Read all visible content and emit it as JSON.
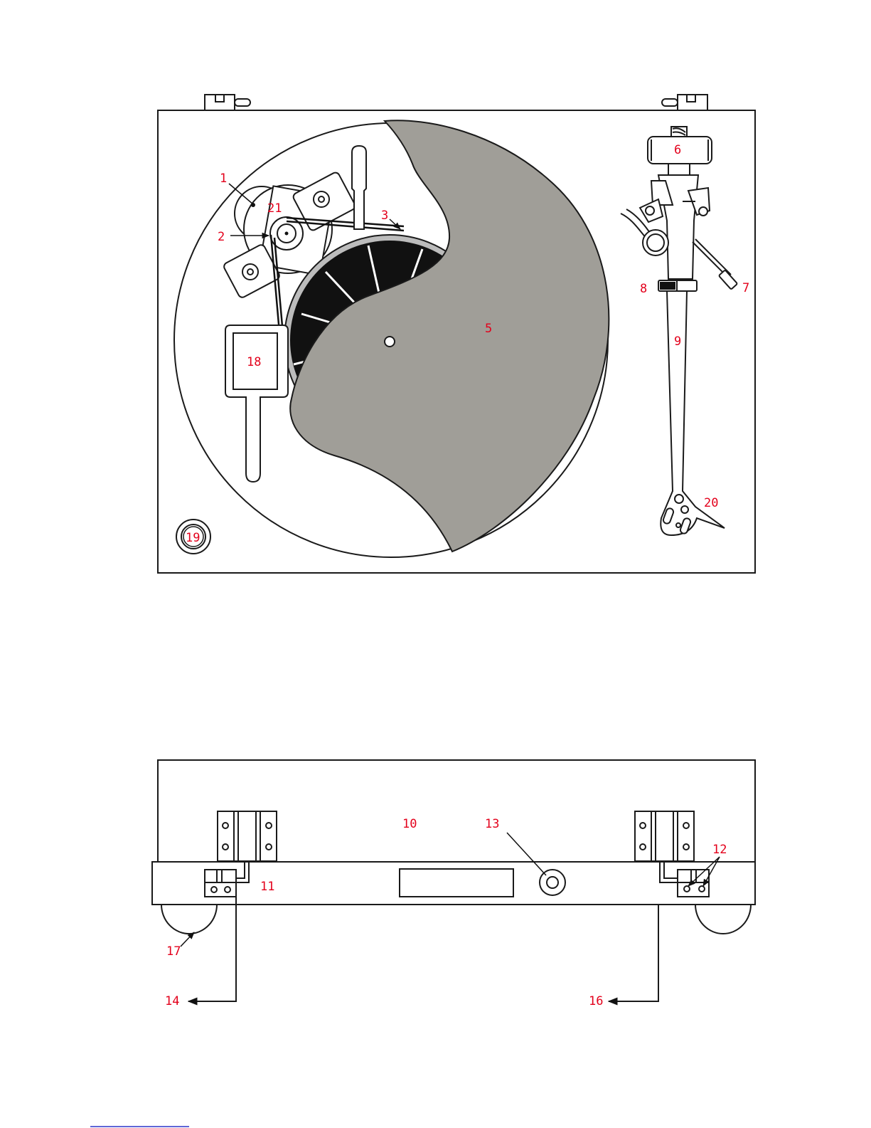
{
  "top_view": {
    "callouts": {
      "c1": "1",
      "c2": "2",
      "c3": "3",
      "c5": "5",
      "c6": "6",
      "c7": "7",
      "c8": "8",
      "c9": "9",
      "c18": "18",
      "c19": "19",
      "c20": "20",
      "c21": "21"
    }
  },
  "rear_view": {
    "callouts": {
      "c10": "10",
      "c11": "11",
      "c12": "12",
      "c13": "13",
      "c14": "14",
      "c16": "16",
      "c17": "17"
    }
  },
  "colors": {
    "label": "#e3001b",
    "platter_mat": "#a09e98",
    "subplatter": "#111111",
    "footer_link": "#2a34c8"
  }
}
